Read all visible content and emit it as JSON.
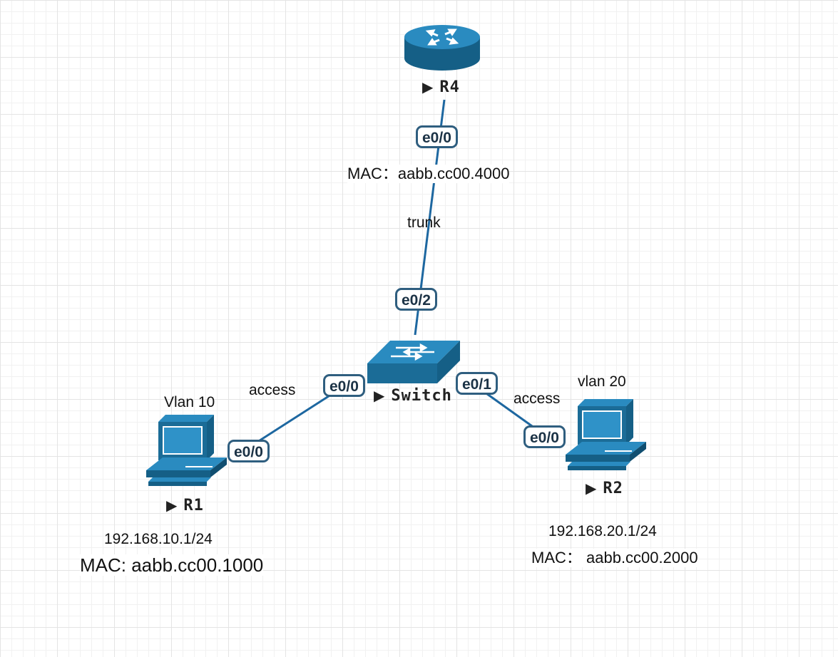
{
  "colors": {
    "link": "#1d67a0",
    "device_blue": "#1f77a8",
    "port_border": "#2f5e7f"
  },
  "devices": {
    "r4": {
      "name": "R4",
      "icon": "router-icon",
      "mac": "MAC：aabb.cc00.4000"
    },
    "switch": {
      "name": "Switch",
      "icon": "switch-icon"
    },
    "r1": {
      "name": "R1",
      "icon": "pc-icon",
      "vlan": "Vlan 10",
      "ip": "192.168.10.1/24",
      "mac": "MAC: aabb.cc00.1000"
    },
    "r2": {
      "name": "R2",
      "icon": "pc-icon",
      "vlan": "vlan 20",
      "ip": "192.168.20.1/24",
      "mac": "MAC：  aabb.cc00.2000"
    }
  },
  "links": {
    "r4_switch": {
      "label": "trunk",
      "a_port": "e0/0",
      "b_port": "e0/2"
    },
    "r1_switch": {
      "label": "access",
      "a_port": "e0/0",
      "b_port": "e0/0"
    },
    "r2_switch": {
      "label": "access",
      "a_port": "e0/0",
      "b_port": "e0/1"
    }
  },
  "pointer_glyph": "▶"
}
